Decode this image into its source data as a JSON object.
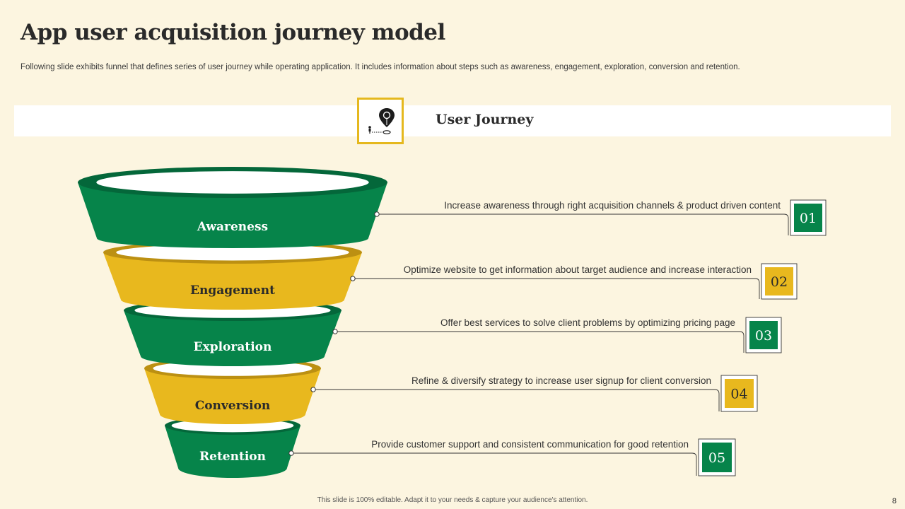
{
  "slide": {
    "title": "App user acquisition journey model",
    "subtitle": "Following slide exhibits funnel that defines series of user journey while operating application. It includes information about steps such as awareness, engagement, exploration, conversion and retention.",
    "journey_label": "User Journey",
    "journey_icon": "location-pin-icon",
    "footer": "This slide is 100% editable.  Adapt it to your needs & capture your audience's attention.",
    "page_number": "8"
  },
  "colors": {
    "green": "#06844a",
    "green_dark": "#04673a",
    "yellow": "#e8b81e",
    "yellow_dark": "#bc9012",
    "background": "#fcf5e0"
  },
  "funnel": {
    "stages": [
      {
        "label": "Awareness",
        "number": "01",
        "color": "green",
        "description": "Increase awareness through right acquisition channels & product driven content"
      },
      {
        "label": "Engagement",
        "number": "02",
        "color": "yellow",
        "description": "Optimize website  to get information about target audience and increase interaction"
      },
      {
        "label": "Exploration",
        "number": "03",
        "color": "green",
        "description": "Offer best services to solve client problems by optimizing  pricing page"
      },
      {
        "label": "Conversion",
        "number": "04",
        "color": "yellow",
        "description": "Refine & diversify strategy to increase user signup for client conversion"
      },
      {
        "label": "Retention",
        "number": "05",
        "color": "green",
        "description": "Provide customer support and consistent communication for good retention"
      }
    ]
  }
}
